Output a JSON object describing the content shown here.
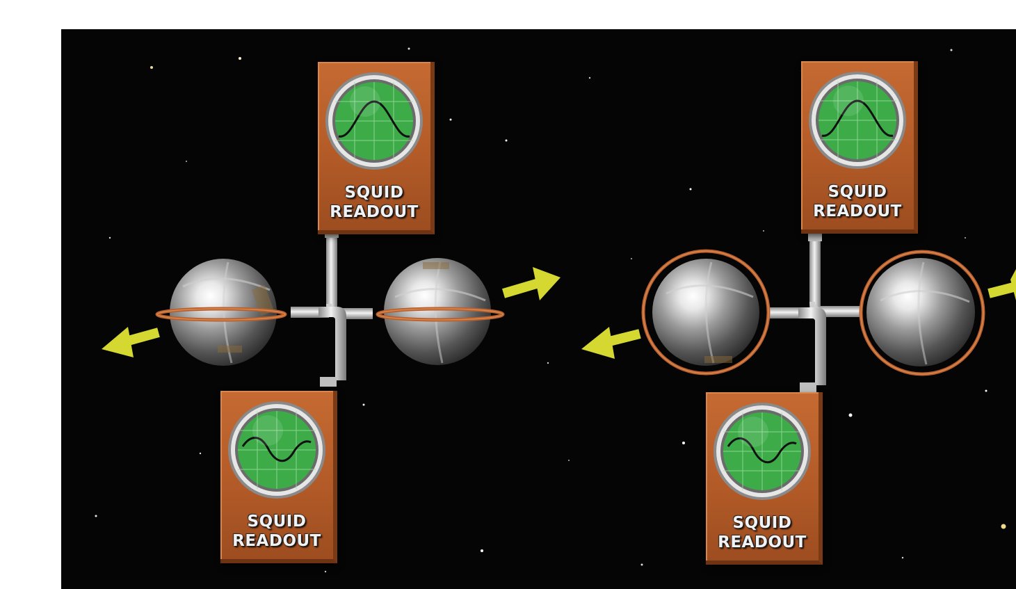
{
  "readouts": {
    "left_top": {
      "line1": "SQUID",
      "line2": "READOUT"
    },
    "left_bottom": {
      "line1": "SQUID",
      "line2": "READOUT"
    },
    "right_top": {
      "line1": "SQUID",
      "line2": "READOUT"
    },
    "right_bottom": {
      "line1": "SQUID",
      "line2": "READOUT"
    }
  },
  "colors": {
    "background": "#050505",
    "readout_box": "#b35b28",
    "scope_screen": "#3cab48",
    "arrow": "#d4d830",
    "gyro_ring": "#b8602e"
  },
  "icons": [
    "gyroscope-sphere",
    "oscilloscope-screen",
    "direction-arrow",
    "pipe-connector"
  ]
}
